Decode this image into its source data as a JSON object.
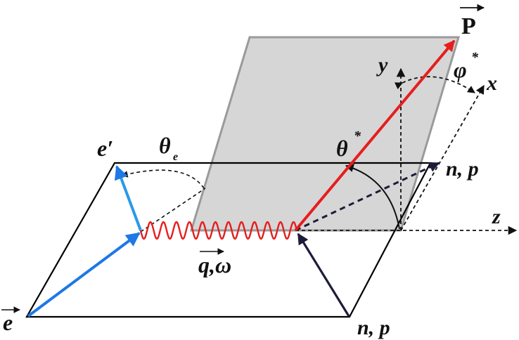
{
  "labels": {
    "P": "P",
    "y": "y",
    "x": "x",
    "phi": "φ",
    "phi_sup": "*",
    "theta_star": "θ",
    "theta_star_sup": "*",
    "theta_e": "θ",
    "theta_e_sub": "e",
    "e_prime": "e′",
    "e": "e",
    "n_p_right": "n, p",
    "n_p_bottom": "n, p",
    "z": "z",
    "q_omega": "q,ω"
  },
  "colors": {
    "plane_fill": "#d6d6d6",
    "plane_edge": "#9a9a9a",
    "lepton": "#1e78e6",
    "photon": "#e61e1e",
    "nucleon": "#1c1c3a",
    "frame": "#000000"
  }
}
